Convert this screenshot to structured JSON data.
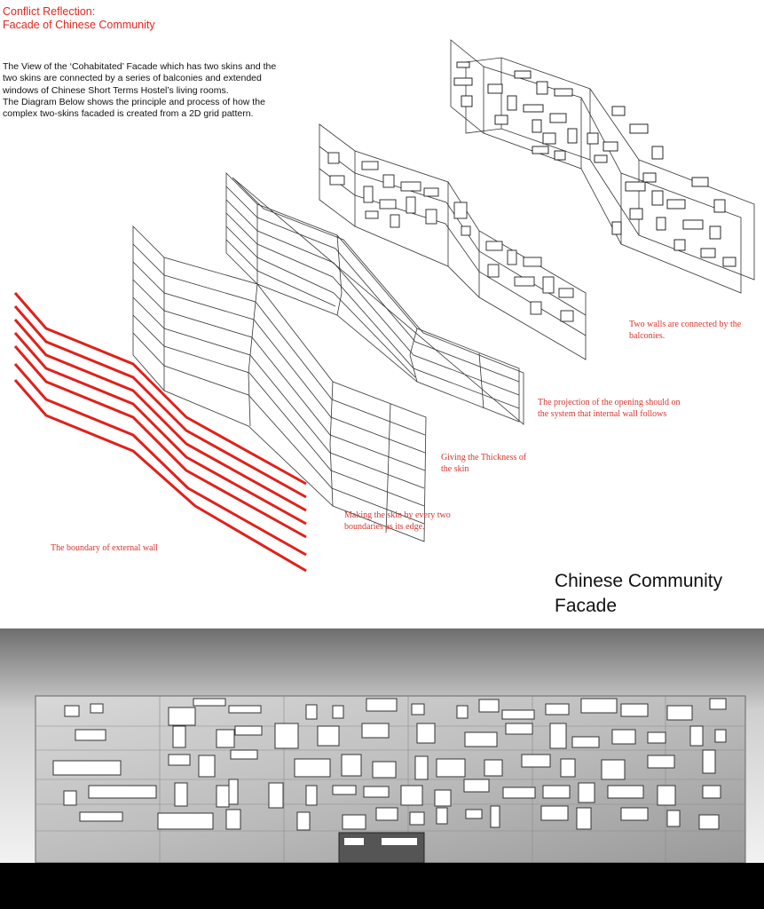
{
  "title": {
    "line1": "Conflict Reflection:",
    "line2": "Facade of Chinese Community"
  },
  "intro": {
    "lines": [
      "The View of the ‘Cohabitated’ Facade which has two skins and the",
      "two skins are connected by a series of balconies and extended",
      "windows of Chinese Short Terms Hostel’s living rooms.",
      "The Diagram Below shows the principle and process of how the",
      "complex two-skins facaded is created from a 2D grid pattern."
    ]
  },
  "steps": [
    {
      "lines": [
        "The boundary of external wall"
      ]
    },
    {
      "lines": [
        "Making the skin by every two",
        "boundaries as its edge."
      ]
    },
    {
      "lines": [
        "Giving the Thickness of",
        "the skin"
      ]
    },
    {
      "lines": [
        "The projection of the opening should on",
        "the system that internal wall follows"
      ]
    },
    {
      "lines": [
        "Two walls are connected by the",
        "balconies."
      ]
    }
  ],
  "facade": {
    "title_line1": "Chinese Community",
    "title_line2": "Facade"
  },
  "colors": {
    "accent": "#e3261e",
    "boundary_line": "#e0201a",
    "line_drawing": "#333333",
    "facade_ground": "#000000"
  }
}
